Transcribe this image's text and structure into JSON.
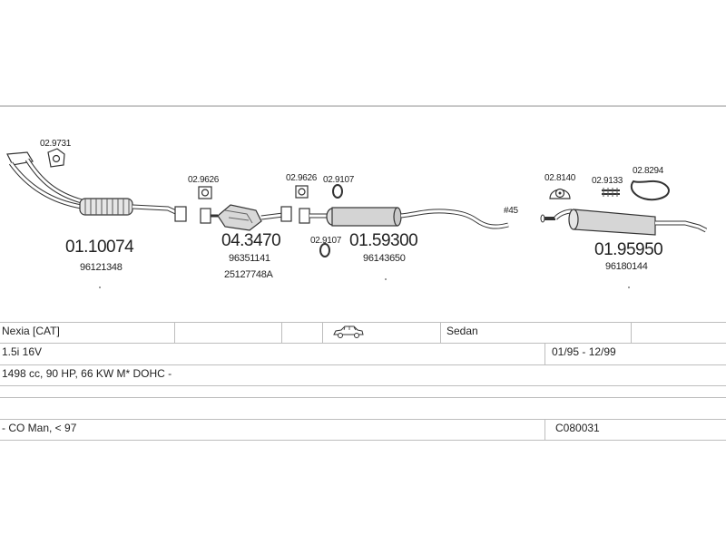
{
  "parts": {
    "front_pipe": {
      "number": "01.10074",
      "oe": "96121348"
    },
    "gasket_1": {
      "number": "02.9731"
    },
    "gasket_2": {
      "number": "02.9626"
    },
    "catalyst": {
      "number": "04.3470",
      "oe1": "96351141",
      "oe2": "25127748A"
    },
    "gasket_3": {
      "number": "02.9626"
    },
    "ring_1": {
      "number": "02.9107"
    },
    "ring_2": {
      "number": "02.9107"
    },
    "mid_silencer": {
      "number": "01.59300",
      "oe": "96143650"
    },
    "pipe_note": {
      "label": "#45"
    },
    "hanger_1": {
      "number": "02.8140"
    },
    "clamp": {
      "number": "02.9133"
    },
    "hanger_2": {
      "number": "02.8294"
    },
    "rear_silencer": {
      "number": "01.95950",
      "oe": "96180144"
    }
  },
  "table": {
    "model": "Nexia  [CAT]",
    "body": "Sedan",
    "engine": "1.5i 16V",
    "years": "01/95 - 12/99",
    "specs": "1498 cc, 90 HP, 66 KW M* DOHC -",
    "notes": "- CO Man, < 97",
    "code": "C080031"
  }
}
